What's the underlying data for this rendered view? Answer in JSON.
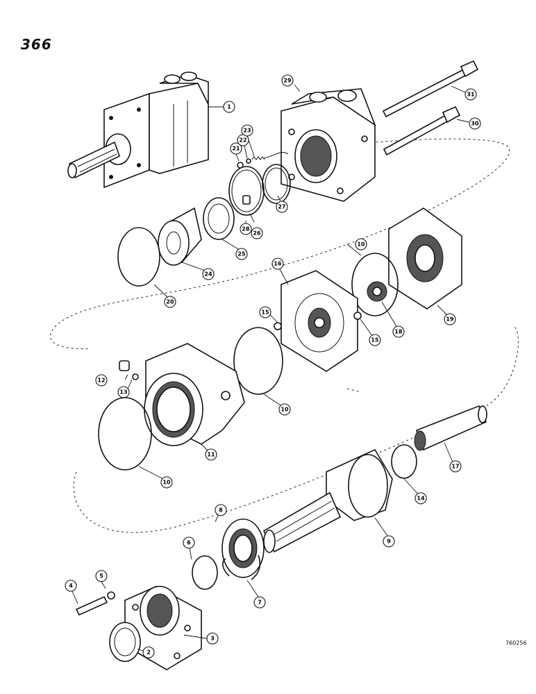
{
  "page": {
    "number": "366",
    "figure_code": "760256"
  },
  "callouts": [
    {
      "id": "c1",
      "label": "1"
    },
    {
      "id": "c2",
      "label": "2"
    },
    {
      "id": "c3",
      "label": "3"
    },
    {
      "id": "c4",
      "label": "4"
    },
    {
      "id": "c5",
      "label": "5"
    },
    {
      "id": "c6",
      "label": "6"
    },
    {
      "id": "c7",
      "label": "7"
    },
    {
      "id": "c8",
      "label": "8"
    },
    {
      "id": "c9",
      "label": "9"
    },
    {
      "id": "c10a",
      "label": "10"
    },
    {
      "id": "c10b",
      "label": "10"
    },
    {
      "id": "c10c",
      "label": "10"
    },
    {
      "id": "c11",
      "label": "11"
    },
    {
      "id": "c12",
      "label": "12"
    },
    {
      "id": "c13",
      "label": "13"
    },
    {
      "id": "c14",
      "label": "14"
    },
    {
      "id": "c15a",
      "label": "15"
    },
    {
      "id": "c15b",
      "label": "15"
    },
    {
      "id": "c16",
      "label": "16"
    },
    {
      "id": "c17",
      "label": "17"
    },
    {
      "id": "c18",
      "label": "18"
    },
    {
      "id": "c19",
      "label": "19"
    },
    {
      "id": "c20",
      "label": "20"
    },
    {
      "id": "c21",
      "label": "21"
    },
    {
      "id": "c22",
      "label": "22"
    },
    {
      "id": "c23",
      "label": "23"
    },
    {
      "id": "c24",
      "label": "24"
    },
    {
      "id": "c25",
      "label": "25"
    },
    {
      "id": "c26",
      "label": "26"
    },
    {
      "id": "c27",
      "label": "27"
    },
    {
      "id": "c28",
      "label": "28"
    },
    {
      "id": "c29",
      "label": "29"
    },
    {
      "id": "c30",
      "label": "30"
    },
    {
      "id": "c31",
      "label": "31"
    }
  ]
}
